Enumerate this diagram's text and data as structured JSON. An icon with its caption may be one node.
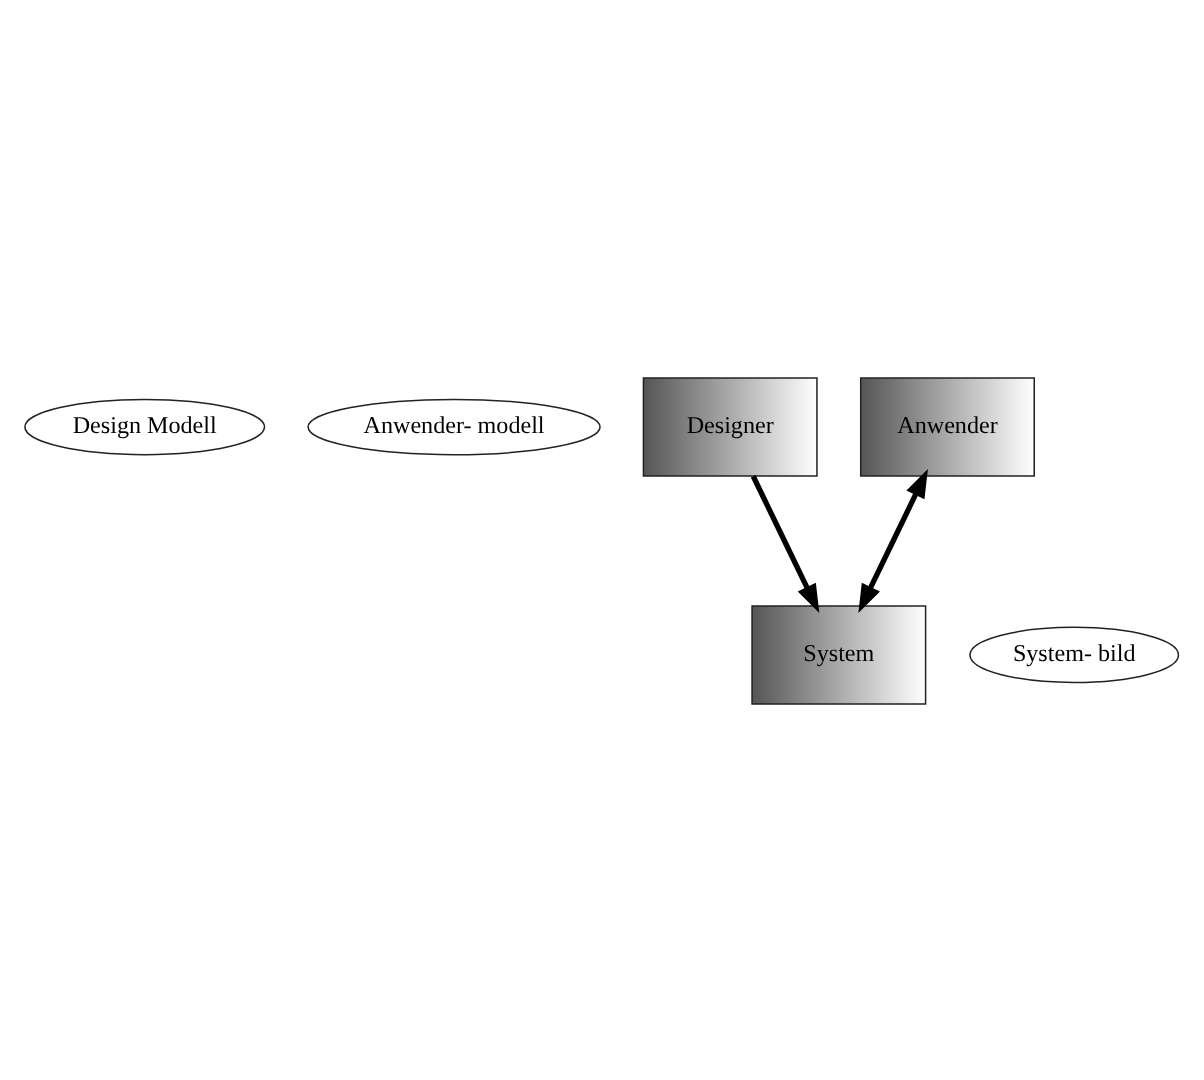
{
  "diagram": {
    "nodes": [
      {
        "text": [
          "Design Modell"
        ]
      },
      {
        "text": [
          "Anwender- modell"
        ]
      },
      {
        "text": [
          "Designer"
        ]
      },
      {
        "text": [
          "Anwender"
        ]
      },
      {
        "text": [
          "System"
        ]
      },
      {
        "text": [
          "System- bild"
        ]
      }
    ],
    "edges": [
      {
        "from": 2,
        "to": 4,
        "arrow": "to"
      },
      {
        "from": 4,
        "to": 3,
        "arrow": "both"
      }
    ]
  }
}
